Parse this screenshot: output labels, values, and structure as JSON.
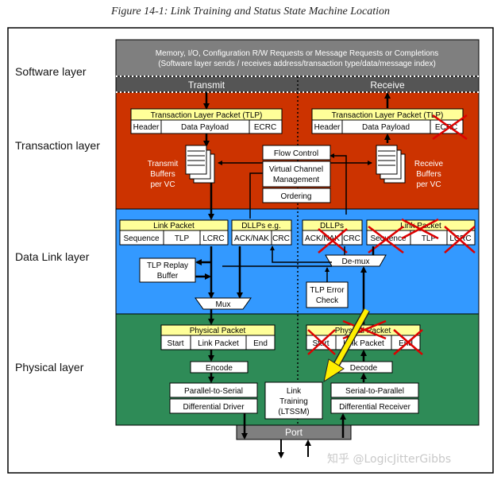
{
  "caption": "Figure 14-1: Link Training and Status State Machine Location",
  "layers": {
    "software": "Software layer",
    "transaction": "Transaction layer",
    "datalink": "Data Link layer",
    "physical": "Physical layer"
  },
  "software_box": {
    "line1": "Memory, I/O, Configuration R/W Requests or Message Requests or Completions",
    "line2": "(Software layer sends / receives address/transaction type/data/message index)"
  },
  "columns": {
    "transmit": "Transmit",
    "receive": "Receive"
  },
  "tlp": {
    "title": "Transaction Layer Packet (TLP)",
    "header": "Header",
    "payload": "Data Payload",
    "ecrc": "ECRC"
  },
  "buffers": {
    "transmit": [
      "Transmit",
      "Buffers",
      "per VC"
    ],
    "receive": [
      "Receive",
      "Buffers",
      "per VC"
    ]
  },
  "center": {
    "flow_control": "Flow Control",
    "vc_mgmt": [
      "Virtual Channel",
      "Management"
    ],
    "ordering": "Ordering"
  },
  "link_packet": {
    "title": "Link Packet",
    "sequence": "Sequence",
    "tlp": "TLP",
    "lcrc": "LCRC"
  },
  "dllp": {
    "tx_title": "DLLPs e.g.",
    "rx_title": "DLLPs",
    "ack": "ACK/NAK",
    "crc": "CRC"
  },
  "replay": [
    "TLP Replay",
    "Buffer"
  ],
  "mux": "Mux",
  "demux": "De-mux",
  "tlp_error": [
    "TLP Error",
    "Check"
  ],
  "physical_packet": {
    "title": "Physical Packet",
    "start": "Start",
    "link_packet": "Link Packet",
    "end": "End"
  },
  "encode": "Encode",
  "decode": "Decode",
  "p2s": "Parallel-to-Serial",
  "s2p": "Serial-to-Parallel",
  "diff_driver": "Differential Driver",
  "diff_receiver": "Differential Receiver",
  "ltssm": [
    "Link",
    "Training",
    "(LTSSM)"
  ],
  "port": "Port",
  "watermark": "知乎 @LogicJitterGibbs",
  "colors": {
    "software": "#7f7f7f",
    "transaction": "#cc3300",
    "datalink": "#3399ff",
    "physical": "#2e8b57",
    "yellow": "#ffff99",
    "arrow": "#ffee00",
    "cross": "#dd0000"
  }
}
